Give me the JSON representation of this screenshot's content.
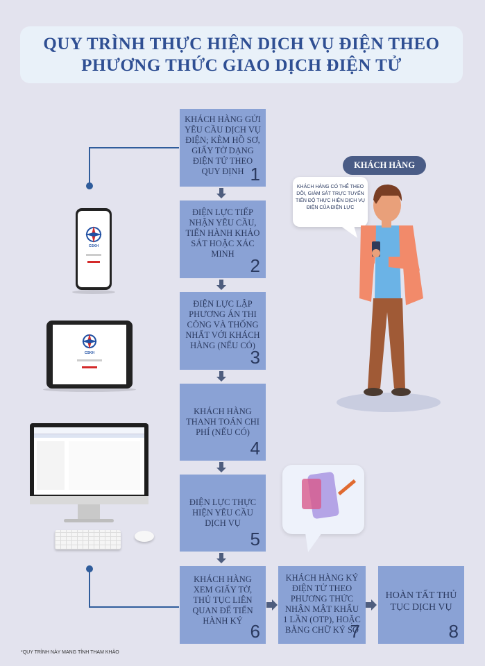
{
  "title": {
    "line1": "QUY TRÌNH THỰC HIỆN DỊCH VỤ ĐIỆN THEO",
    "line2": "PHƯƠNG THỨC GIAO DỊCH ĐIỆN TỬ"
  },
  "steps": [
    {
      "text": "KHÁCH HÀNG GỬI YÊU CẦU DỊCH VỤ ĐIỆN; KÈM HỒ SƠ, GIẤY TỜ DẠNG ĐIỆN TỬ THEO QUY ĐỊNH",
      "num": "1"
    },
    {
      "text": "ĐIỆN LỰC TIẾP NHẬN YÊU CẦU, TIẾN HÀNH KHẢO SÁT HOẶC XÁC MINH",
      "num": "2"
    },
    {
      "text": "ĐIỆN LỰC LẬP PHƯƠNG ÁN THI CÔNG VÀ THỐNG NHẤT VỚI KHÁCH HÀNG (NẾU CÓ)",
      "num": "3"
    },
    {
      "text": "KHÁCH HÀNG THANH TOÁN CHI PHÍ (NẾU CÓ)",
      "num": "4"
    },
    {
      "text": "ĐIỆN LỰC THỰC HIỆN YÊU CẦU DỊCH VỤ",
      "num": "5"
    },
    {
      "text": "KHÁCH HÀNG XEM GIẤY TỜ, THỦ TỤC LIÊN QUAN ĐỂ TIẾN HÀNH KÝ",
      "num": "6"
    },
    {
      "text": "KHÁCH HÀNG KÝ ĐIỆN TỬ THEO PHƯƠNG THỨC NHẬN MẬT KHẨU 1 LẦN (OTP), HOẶC BẰNG CHỮ KÝ SỐ",
      "num": "7"
    },
    {
      "text": "HOÀN TẤT THỦ TỤC DỊCH VỤ",
      "num": "8"
    }
  ],
  "customer_badge": "KHÁCH HÀNG",
  "bubble_text": "KHÁCH HÀNG CÓ THỂ THEO DÕI, GIÁM SÁT TRỰC TUYẾN TIẾN ĐỘ THỰC HIỆN DỊCH VỤ ĐIỆN CỦA ĐIỆN LỰC",
  "app_logo_text": "CSKH",
  "footnote": "*QUY TRÌNH NÀY MANG TÍNH THAM KHẢO",
  "colors": {
    "step": "#8aa2d5",
    "title": "#2f4f93",
    "background": "#e3e3ee",
    "badge": "#4a5c86"
  }
}
